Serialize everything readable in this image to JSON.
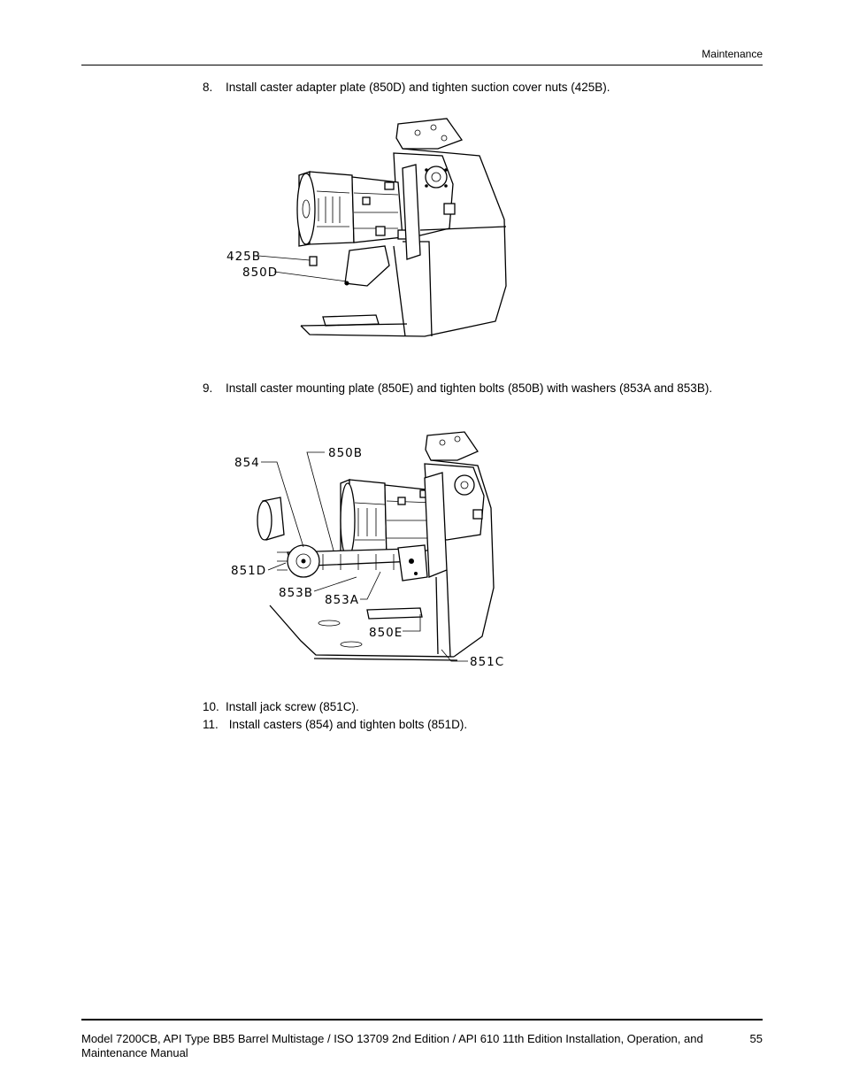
{
  "header": {
    "section": "Maintenance"
  },
  "steps": [
    {
      "num": "8.",
      "text": "Install caster adapter plate (850D) and tighten suction cover nuts (425B)."
    },
    {
      "num": "9.",
      "text": "Install caster mounting plate (850E) and tighten bolts (850B) with washers (853A and 853B)."
    },
    {
      "num": "10.",
      "text": "Install jack screw (851C)."
    },
    {
      "num": "11.",
      "text": " Install casters (854) and tighten bolts (851D)."
    }
  ],
  "figure1": {
    "callouts": {
      "c425b": "425B",
      "c850d": "850D"
    }
  },
  "figure2": {
    "callouts": {
      "c854": "854",
      "c850b": "850B",
      "c851d": "851D",
      "c853b": "853B",
      "c853a": "853A",
      "c850e": "850E",
      "c851c": "851C"
    }
  },
  "footer": {
    "text": "Model 7200CB, API Type BB5 Barrel Multistage / ISO 13709 2nd Edition / API 610 11th Edition Installation, Operation, and Maintenance Manual",
    "page": "55"
  }
}
